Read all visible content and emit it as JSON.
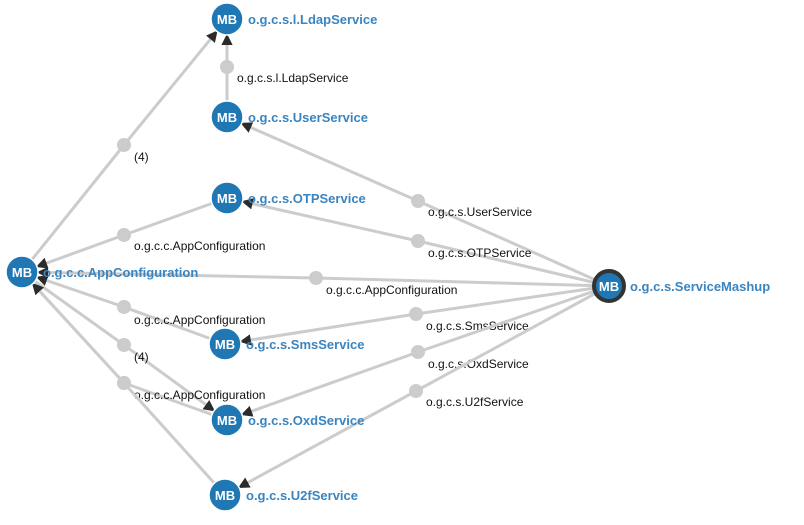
{
  "colors": {
    "node_fill": "#1f77b4",
    "node_label": "#3a85c0",
    "edge": "#cccccc",
    "selected_ring": "#333333"
  },
  "nodes": [
    {
      "id": "ldap",
      "badge": "MB",
      "label": "o.g.c.s.l.LdapService"
    },
    {
      "id": "user",
      "badge": "MB",
      "label": "o.g.c.s.UserService"
    },
    {
      "id": "otp",
      "badge": "MB",
      "label": "o.g.c.s.OTPService"
    },
    {
      "id": "appconf",
      "badge": "MB",
      "label": "o.g.c.c.AppConfiguration"
    },
    {
      "id": "mashup",
      "badge": "MB",
      "label": "o.g.c.s.ServiceMashup",
      "selected": true
    },
    {
      "id": "sms",
      "badge": "MB",
      "label": "o.g.c.s.SmsService"
    },
    {
      "id": "oxd",
      "badge": "MB",
      "label": "o.g.c.s.OxdService"
    },
    {
      "id": "u2f",
      "badge": "MB",
      "label": "o.g.c.s.U2fService"
    }
  ],
  "edges": [
    {
      "id": "ldap_from_appconf",
      "from": "appconf",
      "to": "ldap",
      "label": "(4)"
    },
    {
      "id": "ldap_from_user",
      "from": "user",
      "to": "ldap",
      "label": "o.g.c.s.l.LdapService"
    },
    {
      "id": "user_from_mashup",
      "from": "mashup",
      "to": "user",
      "label": "o.g.c.s.UserService"
    },
    {
      "id": "otp_from_mashup",
      "from": "mashup",
      "to": "otp",
      "label": "o.g.c.s.OTPService"
    },
    {
      "id": "appconf_from_otp",
      "from": "otp",
      "to": "appconf",
      "label": "o.g.c.c.AppConfiguration"
    },
    {
      "id": "appconf_from_mashup",
      "from": "mashup",
      "to": "appconf",
      "label": "o.g.c.c.AppConfiguration"
    },
    {
      "id": "appconf_from_sms",
      "from": "sms",
      "to": "appconf",
      "label": "o.g.c.c.AppConfiguration"
    },
    {
      "id": "oxd_from_appconf",
      "from": "appconf",
      "to": "oxd",
      "label": "(4)"
    },
    {
      "id": "appconf_from_oxd",
      "from": "oxd",
      "to": "appconf",
      "label": "o.g.c.c.AppConfiguration"
    },
    {
      "id": "appconf_from_u2f",
      "from": "u2f",
      "to": "appconf",
      "label": ""
    },
    {
      "id": "sms_from_mashup",
      "from": "mashup",
      "to": "sms",
      "label": "o.g.c.s.SmsService"
    },
    {
      "id": "oxd_from_mashup",
      "from": "mashup",
      "to": "oxd",
      "label": "o.g.c.s.OxdService"
    },
    {
      "id": "u2f_from_mashup",
      "from": "mashup",
      "to": "u2f",
      "label": "o.g.c.s.U2fService"
    }
  ]
}
